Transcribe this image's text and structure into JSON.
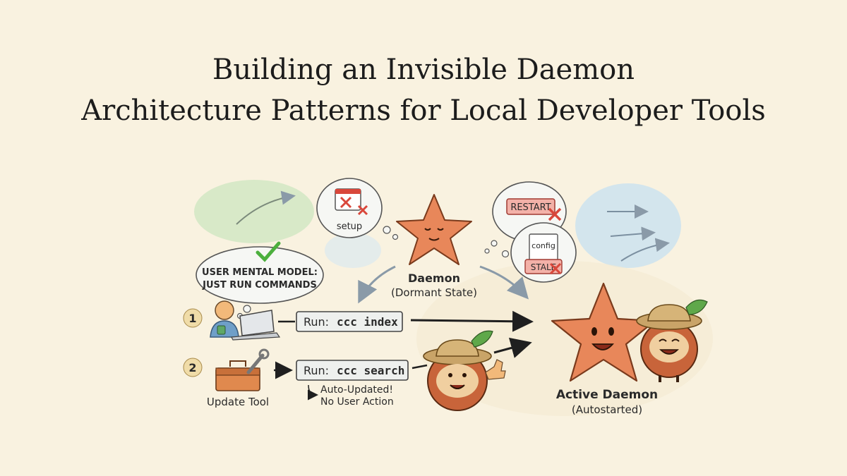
{
  "title": {
    "line1": "Building an Invisible Daemon",
    "line2": "Architecture Patterns for Local Developer Tools"
  },
  "diagram": {
    "daemon_dormant": {
      "name": "Daemon",
      "state": "(Dormant State)"
    },
    "daemon_active": {
      "name": "Active Daemon",
      "state": "(Autostarted)"
    },
    "thought_user": {
      "line1": "USER MENTAL MODEL:",
      "line2": "JUST RUN COMMANDS"
    },
    "thought_setup": {
      "label": "setup"
    },
    "thought_restart": {
      "label": "RESTART"
    },
    "thought_config": {
      "label": "config",
      "badge": "STALE"
    },
    "step1": {
      "number": "1",
      "command_prefix": "Run:",
      "command": "ccc index"
    },
    "step2": {
      "number": "2",
      "command_prefix": "Run:",
      "command": "ccc search",
      "note_line1": "Auto-Updated!",
      "note_line2": "No User Action",
      "tool_label": "Update Tool"
    }
  },
  "colors": {
    "background": "#f9f2e0",
    "star": "#e8875a",
    "coconut": "#c8643a",
    "red_x": "#d9473b",
    "green_check": "#4caf3d",
    "badge_red": "#f3b1a8"
  }
}
